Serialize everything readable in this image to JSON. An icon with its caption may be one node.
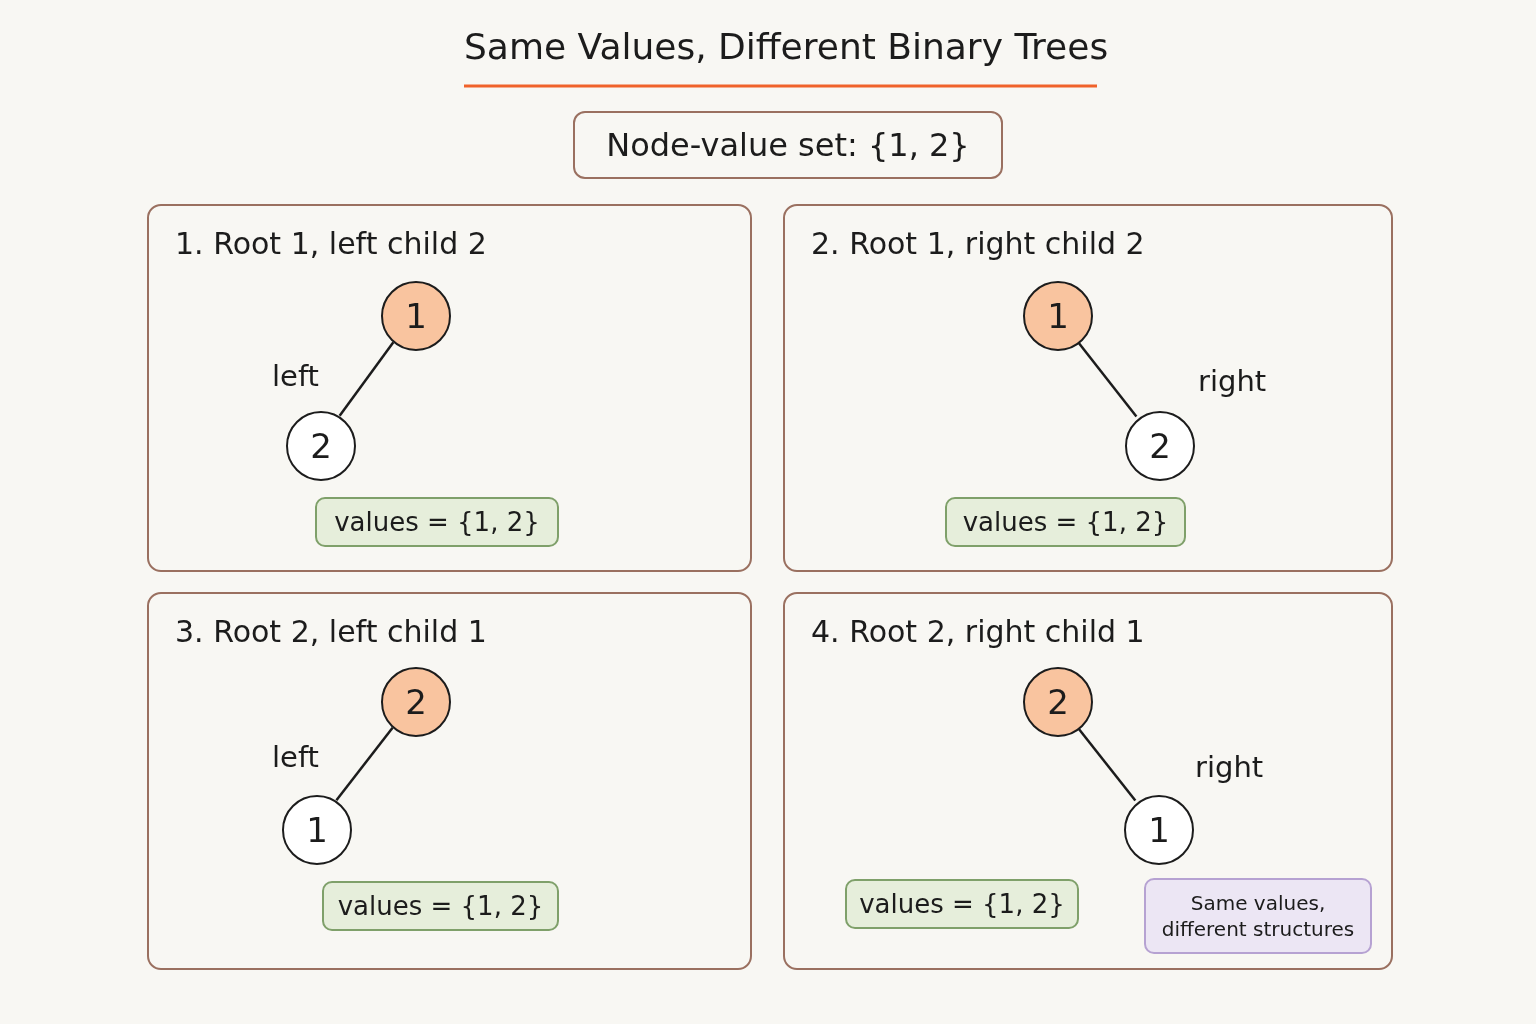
{
  "diagram": {
    "title": "Same Values, Different Binary Trees",
    "nodes": [
      {
        "text": [
          "Node-value set: {1, 2}"
        ]
      },
      {
        "text": [
          "1. Root 1, left child 2"
        ]
      },
      {
        "text": [
          "1"
        ],
        "in": 1
      },
      {
        "text": [
          "2"
        ],
        "in": 1
      },
      {
        "text": [
          "values = {1, 2}"
        ],
        "in": 1
      },
      {
        "text": [
          "2. Root 1, right child 2"
        ]
      },
      {
        "text": [
          "1"
        ],
        "in": 5
      },
      {
        "text": [
          "2"
        ],
        "in": 5
      },
      {
        "text": [
          "values = {1, 2}"
        ],
        "in": 5
      },
      {
        "text": [
          "3. Root 2, left child 1"
        ]
      },
      {
        "text": [
          "2"
        ],
        "in": 9
      },
      {
        "text": [
          "1"
        ],
        "in": 9
      },
      {
        "text": [
          "values = {1, 2}"
        ],
        "in": 9
      },
      {
        "text": [
          "4. Root 2, right child 1"
        ]
      },
      {
        "text": [
          "2"
        ],
        "in": 13
      },
      {
        "text": [
          "1"
        ],
        "in": 13
      },
      {
        "text": [
          "values = {1, 2}"
        ],
        "in": 13
      },
      {
        "text": [
          "Same values, different structures"
        ],
        "in": 13
      }
    ],
    "edges": [
      {
        "from": 2,
        "to": 3,
        "arrow": "none",
        "label": "left"
      },
      {
        "from": 6,
        "to": 7,
        "arrow": "none",
        "label": "right"
      },
      {
        "from": 10,
        "to": 11,
        "arrow": "none",
        "label": "left"
      },
      {
        "from": 14,
        "to": 15,
        "arrow": "none",
        "label": "right"
      }
    ]
  }
}
